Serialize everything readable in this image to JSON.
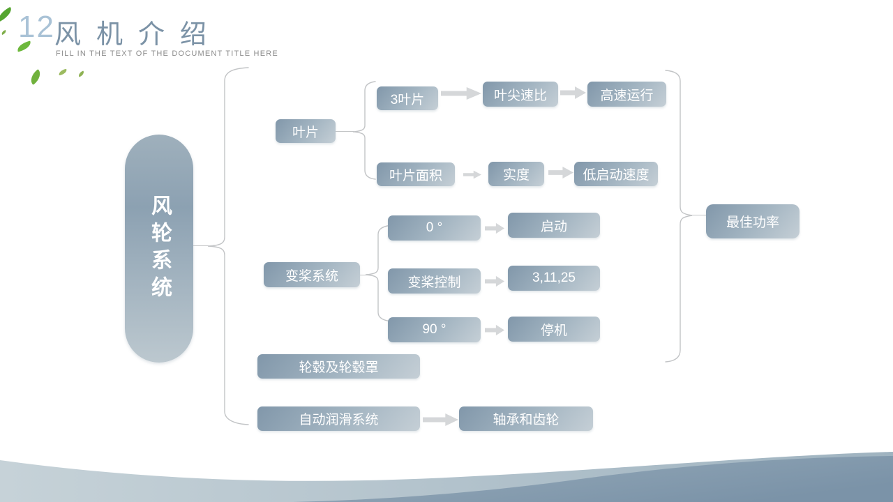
{
  "slide": {
    "page_number": "12",
    "title": "风机介绍",
    "subtitle": "FILL IN THE TEXT OF THE DOCUMENT TITLE HERE"
  },
  "diagram": {
    "root": "风轮系统",
    "result": "最佳功率",
    "blade": {
      "label": "叶片",
      "row1": [
        "3叶片",
        "叶尖速比",
        "高速运行"
      ],
      "row2": [
        "叶片面积",
        "实度",
        "低启动速度"
      ]
    },
    "pitch": {
      "label": "变桨系统",
      "rows": [
        {
          "cause": "0 °",
          "effect": "启动"
        },
        {
          "cause": "变桨控制",
          "effect": "3,11,25"
        },
        {
          "cause": "90 °",
          "effect": "停机"
        }
      ]
    },
    "hub": {
      "label": "轮毂及轮毂罩"
    },
    "lubrication": {
      "label": "自动润滑系统",
      "target": "轴承和齿轮"
    }
  },
  "appearance": {
    "title_color": "#7b92a6",
    "page_number_color": "#a9c2d6",
    "subtitle_color": "#8c8c8c",
    "node_gradient_start": "#8197aa",
    "node_gradient_end": "#c5cfd6",
    "pill_gradient_start": "#8ca1b2",
    "pill_gradient_end": "#bcc8cf",
    "arrow_color": "#d5d7d9",
    "brace_color": "#c2c4c6",
    "leaf_green": "#6fb83c",
    "wave_light": "#c6d2d8",
    "wave_dark": "#7b93a8"
  }
}
